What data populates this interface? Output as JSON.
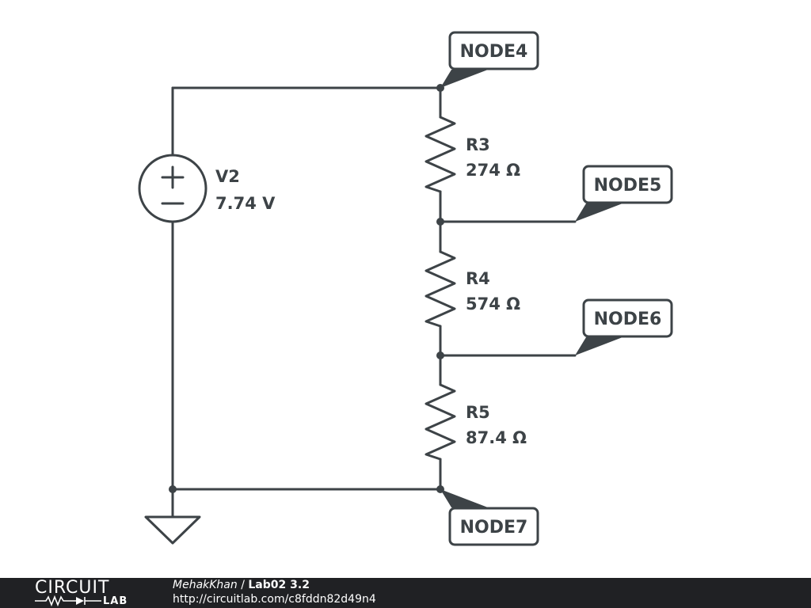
{
  "components": {
    "source": {
      "name": "V2",
      "value": "7.74 V",
      "plus": "+",
      "minus": "−"
    },
    "r3": {
      "name": "R3",
      "value": "274 Ω"
    },
    "r4": {
      "name": "R4",
      "value": "574 Ω"
    },
    "r5": {
      "name": "R5",
      "value": "87.4 Ω"
    }
  },
  "nodes": {
    "node4": "NODE4",
    "node5": "NODE5",
    "node6": "NODE6",
    "node7": "NODE7"
  },
  "footer": {
    "logo_top": "CIRCUIT",
    "logo_bottom": "LAB",
    "author": "MehakKhan",
    "separator": " / ",
    "title": "Lab02 3.2",
    "url": "http://circuitlab.com/c8fddn82d49n4"
  },
  "colors": {
    "ink": "#3d4347",
    "footer_bg": "#202124",
    "background": "#ffffff"
  }
}
